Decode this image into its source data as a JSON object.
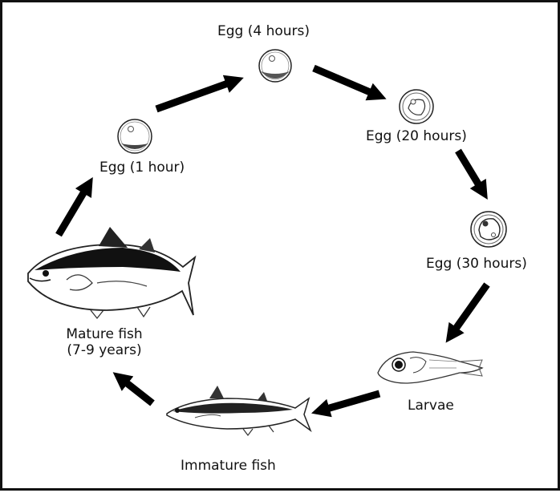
{
  "stages": {
    "egg_4h": "Egg (4 hours)",
    "egg_20h": "Egg (20 hours)",
    "egg_30h": "Egg (30 hours)",
    "larvae": "Larvae",
    "immature": "Immature fish",
    "mature_line1": "Mature fish",
    "mature_line2": "(7-9 years)",
    "egg_1h": "Egg (1 hour)"
  },
  "icons": [
    "egg-icon",
    "larva-icon",
    "tuna-icon",
    "arrow-icon"
  ]
}
